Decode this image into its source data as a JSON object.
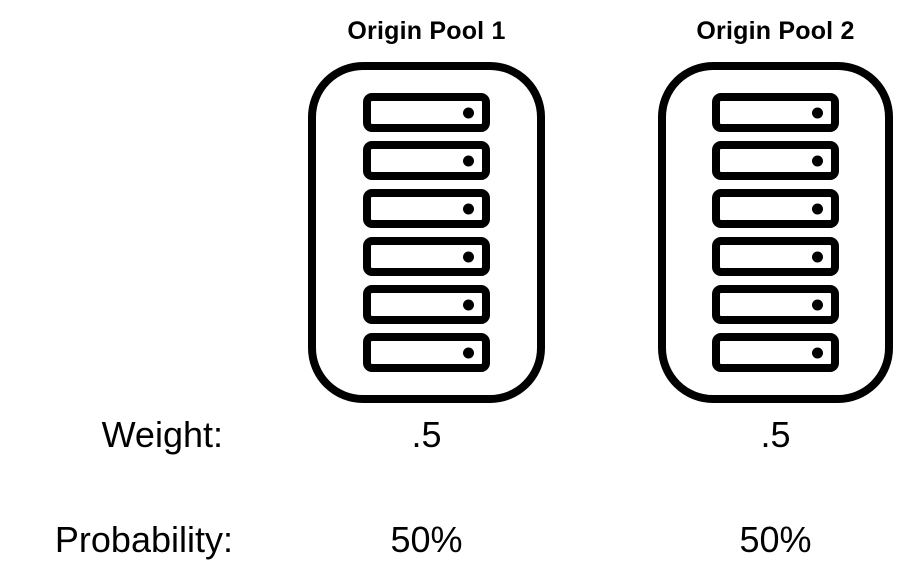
{
  "canvas": {
    "background": "#ffffff",
    "stroke_color": "#000000"
  },
  "labels": {
    "weight": "Weight:",
    "probability": "Probability:"
  },
  "pools": [
    {
      "title": "Origin Pool 1",
      "server_count": 6,
      "weight": ".5",
      "probability": "50%"
    },
    {
      "title": "Origin Pool 2",
      "server_count": 6,
      "weight": ".5",
      "probability": "50%"
    }
  ]
}
